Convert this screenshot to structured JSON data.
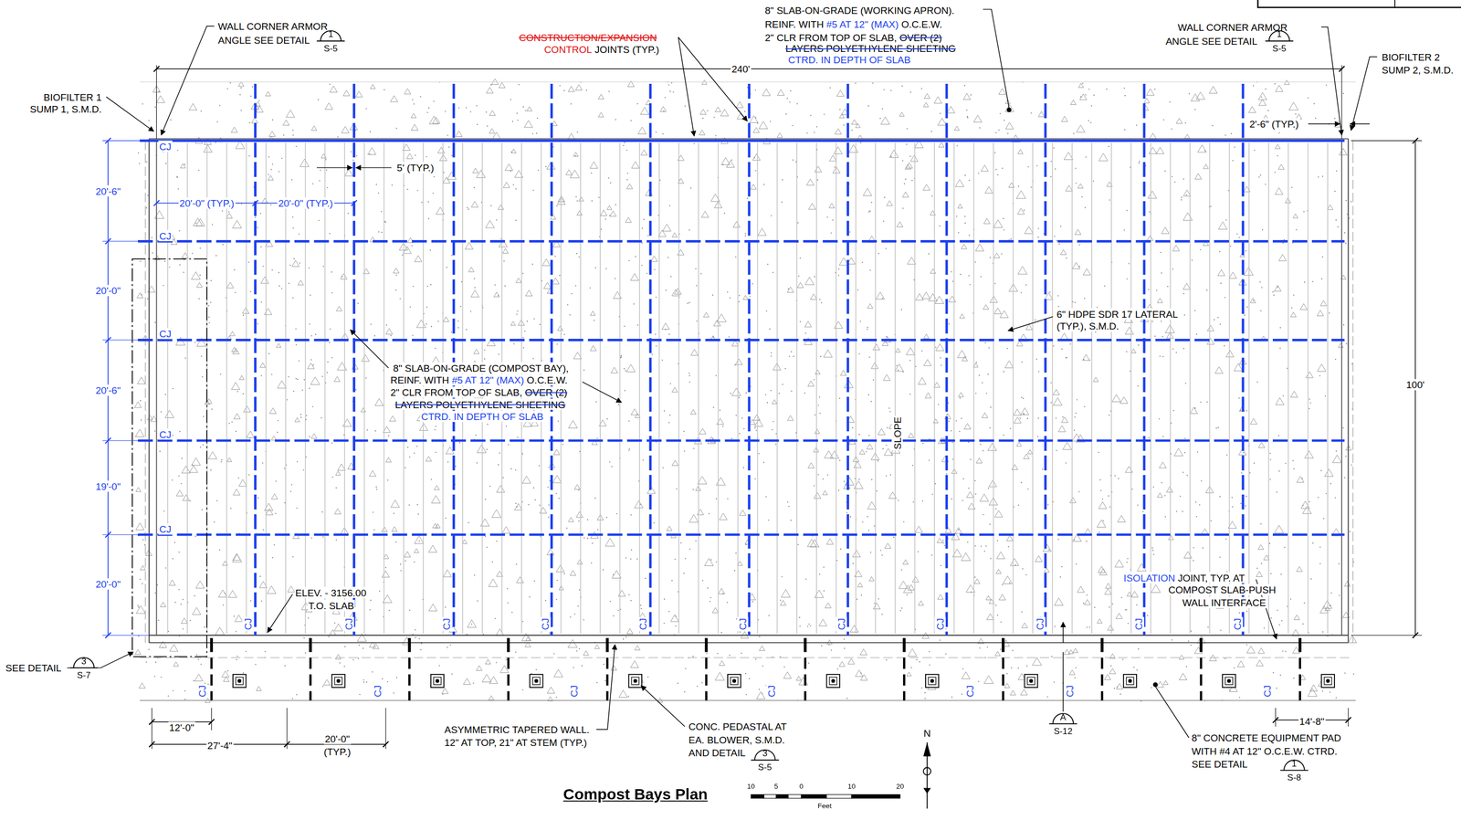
{
  "diagram": {
    "title": "Compost Bays Plan",
    "nodes": [
      {
        "text": [
          "1",
          "S-5"
        ]
      },
      {
        "text": [
          "1",
          "S-5"
        ]
      },
      {
        "text": [
          "3",
          "S-7"
        ]
      },
      {
        "text": [
          "3",
          "S-5"
        ]
      },
      {
        "text": [
          "A",
          "S-12"
        ]
      },
      {
        "text": [
          "1",
          "S-8"
        ]
      }
    ],
    "labels": [
      "WALL CORNER ARMOR",
      "ANGLE SEE DETAIL",
      "CONSTRUCTION/EXPANSION",
      "CONTROL",
      "JOINTS (TYP.)",
      "8\" SLAB-ON-GRADE (WORKING APRON).",
      "REINF. WITH",
      "#5 AT 12\" (MAX)",
      "O.C.E.W.",
      "2\" CLR FROM TOP OF SLAB,",
      "OVER (2)",
      "LAYERS POLYETHYLENE SHEETING",
      "CTRD. IN DEPTH OF SLAB",
      "WALL CORNER ARMOR",
      "ANGLE SEE DETAIL",
      "BIOFILTER 1",
      "SUMP 1, S.M.D.",
      "BIOFILTER 2",
      "SUMP 2, S.M.D.",
      "240'",
      "2'-6\" (TYP.)",
      "CJ",
      "CJ",
      "CJ",
      "CJ",
      "CJ",
      "CJ",
      "CJ",
      "CJ",
      "CJ",
      "CJ",
      "CJ",
      "CJ",
      "CJ",
      "CJ",
      "CJ",
      "CJ",
      "CJ",
      "CJ",
      "CJ",
      "CJ",
      "CJ",
      "CJ",
      "CJ",
      "20'-6\"",
      "20'-0\"",
      "20'-6\"",
      "19'-0\"",
      "20'-0\"",
      "5' (TYP.)",
      "20'-0\" (TYP.)",
      "20'-0\" (TYP.)",
      "100'",
      "6\" HDPE SDR 17 LATERAL",
      "(TYP.), S.M.D.",
      "8\" SLAB-ON-GRADE (COMPOST BAY),",
      "REINF. WITH",
      "#5 AT 12\" (MAX)",
      "O.C.E.W.",
      "2\" CLR FROM TOP OF SLAB,",
      "OVER (2)",
      "LAYERS POLYETHYLENE SHEETING",
      "CTRD. IN DEPTH OF SLAB",
      "SLOPE",
      "ELEV. - 3156.00",
      "T.O. SLAB",
      "ISOLATION",
      "JOINT, TYP. AT",
      "COMPOST SLAB-PUSH",
      "WALL INTERFACE",
      "SEE DETAIL",
      "12'-0\"",
      "27'-4\"",
      "20'-0\"",
      "(TYP.)",
      "ASYMMETRIC TAPERED WALL.",
      "12\" AT TOP, 21\" AT STEM (TYP.)",
      "CONC. PEDASTAL AT",
      "EA. BLOWER, S.M.D.",
      "AND DETAIL",
      "14'-8\"",
      "8\" CONCRETE EQUIPMENT PAD",
      "WITH #4 AT 12\" O.C.E.W. CTRD.",
      "SEE DETAIL",
      "10",
      "5",
      "0",
      "10",
      "20",
      "Feet",
      "N"
    ]
  }
}
